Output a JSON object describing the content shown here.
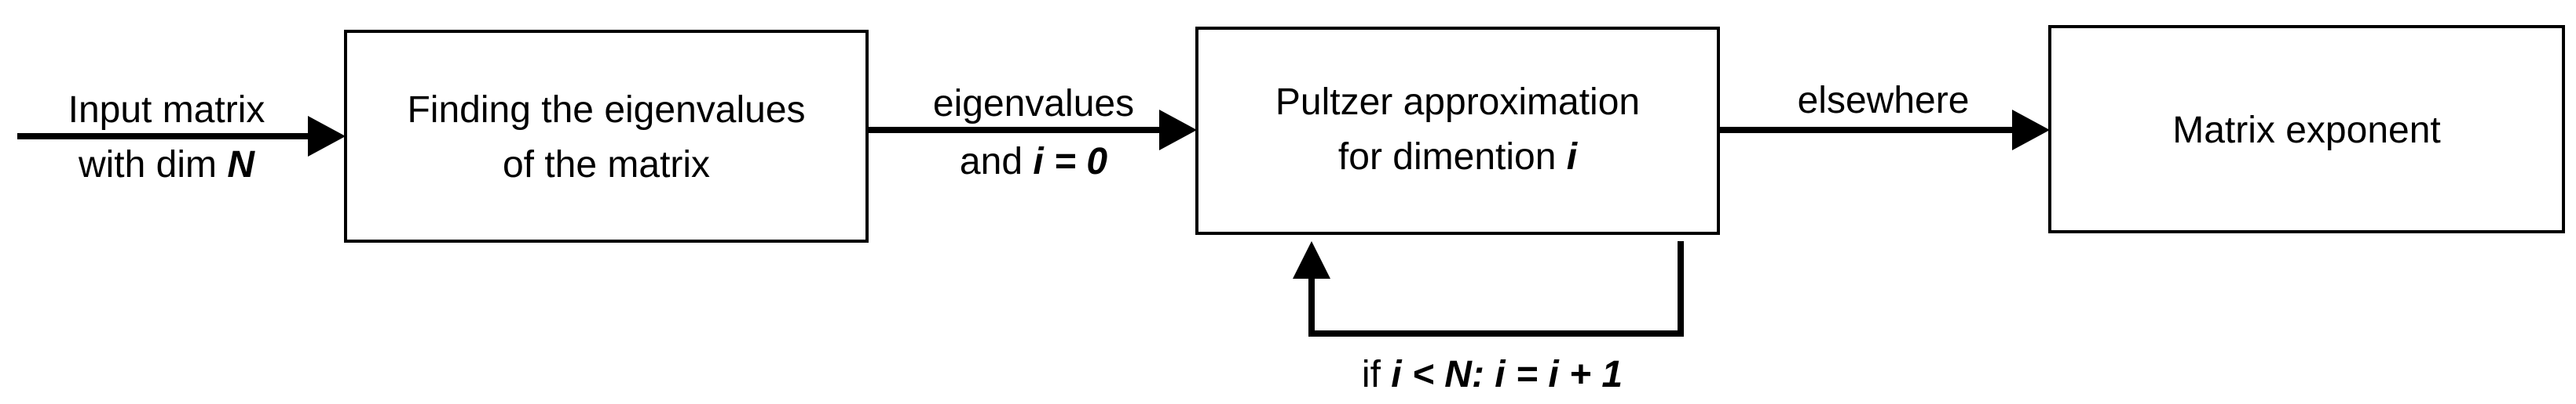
{
  "boxes": {
    "eigen": {
      "line1": "Finding the eigenvalues",
      "line2": "of the matrix"
    },
    "pultzer": {
      "line1": "Pultzer approximation",
      "line2_text": "for dimention ",
      "line2_var": "i"
    },
    "exponent": {
      "line1": "Matrix exponent"
    }
  },
  "labels": {
    "input": {
      "line1": "Input matrix",
      "line2_text": "with dim ",
      "line2_var": "N"
    },
    "eigen_out": {
      "line1": "eigenvalues",
      "line2_text": "and ",
      "line2_expr": "i = 0"
    },
    "else": {
      "text": "elsewhere"
    },
    "loop": {
      "prefix": "if ",
      "cond": "i < N: i = i + 1"
    }
  },
  "colors": {
    "stroke": "#000000",
    "background": "#ffffff"
  }
}
